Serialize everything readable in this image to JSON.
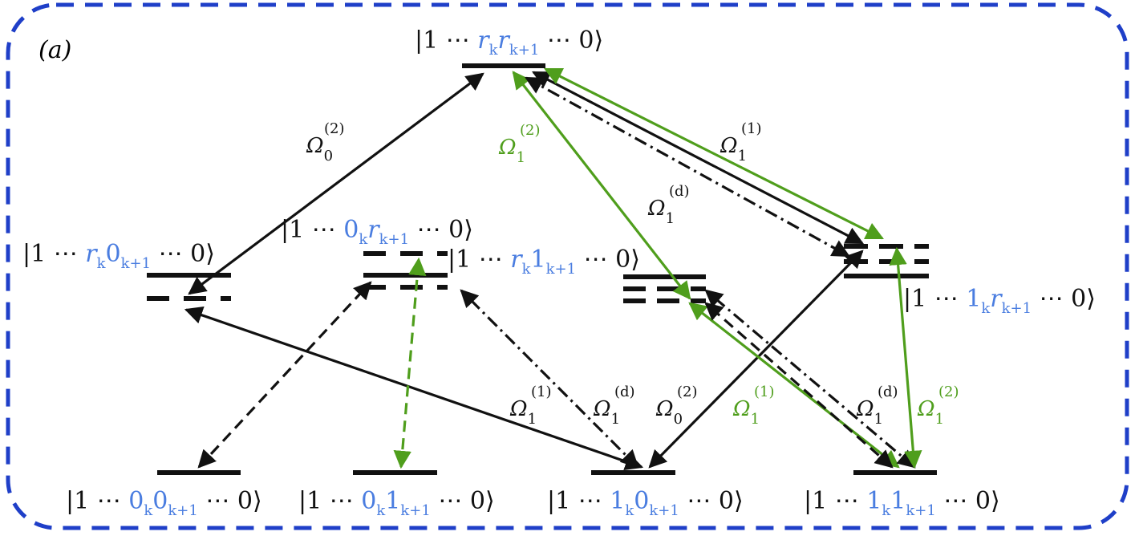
{
  "panel_label": "(a)",
  "colors": {
    "frame": "#1f3fc8",
    "black": "#111111",
    "blue": "#4a7de0",
    "green": "#4f9e1c"
  },
  "states": {
    "rr": {
      "pre": "|1 ⋯ ",
      "k": "r",
      "k_sub": "k",
      "k1": "r",
      "k1_sub": "k+1",
      "post": " ⋯ 0⟩"
    },
    "r0": {
      "pre": "|1 ⋯ ",
      "k": "r",
      "k_sub": "k",
      "k1": "0",
      "k1_sub": "k+1",
      "post": " ⋯ 0⟩"
    },
    "0r": {
      "pre": "|1 ⋯ ",
      "k": "0",
      "k_sub": "k",
      "k1": "r",
      "k1_sub": "k+1",
      "post": " ⋯ 0⟩"
    },
    "r1": {
      "pre": "|1 ⋯ ",
      "k": "r",
      "k_sub": "k",
      "k1": "1",
      "k1_sub": "k+1",
      "post": " ⋯ 0⟩"
    },
    "1r": {
      "pre": "|1 ⋯ ",
      "k": "1",
      "k_sub": "k",
      "k1": "r",
      "k1_sub": "k+1",
      "post": " ⋯ 0⟩"
    },
    "00": {
      "pre": "|1 ⋯ ",
      "k": "0",
      "k_sub": "k",
      "k1": "0",
      "k1_sub": "k+1",
      "post": " ⋯ 0⟩"
    },
    "01": {
      "pre": "|1 ⋯ ",
      "k": "0",
      "k_sub": "k",
      "k1": "1",
      "k1_sub": "k+1",
      "post": " ⋯ 0⟩"
    },
    "10": {
      "pre": "|1 ⋯ ",
      "k": "1",
      "k_sub": "k",
      "k1": "0",
      "k1_sub": "k+1",
      "post": " ⋯ 0⟩"
    },
    "11": {
      "pre": "|1 ⋯ ",
      "k": "1",
      "k_sub": "k",
      "k1": "1",
      "k1_sub": "k+1",
      "post": " ⋯ 0⟩"
    }
  },
  "couplings": {
    "omega": "Ω",
    "o0_2_top": {
      "sub": "0",
      "sup": "(2)"
    },
    "o1_2_top": {
      "sub": "1",
      "sup": "(2)"
    },
    "o1_1_top": {
      "sub": "1",
      "sup": "(1)"
    },
    "o1_d_top": {
      "sub": "1",
      "sup": "(d)"
    },
    "o1_1_bot": {
      "sub": "1",
      "sup": "(1)"
    },
    "o1_d_bot": {
      "sub": "1",
      "sup": "(d)"
    },
    "o0_2_bot": {
      "sub": "0",
      "sup": "(2)"
    },
    "o1_1_bot_g": {
      "sub": "1",
      "sup": "(1)"
    },
    "o1_d_bot2": {
      "sub": "1",
      "sup": "(d)"
    },
    "o1_2_bot_g": {
      "sub": "1",
      "sup": "(2)"
    }
  }
}
